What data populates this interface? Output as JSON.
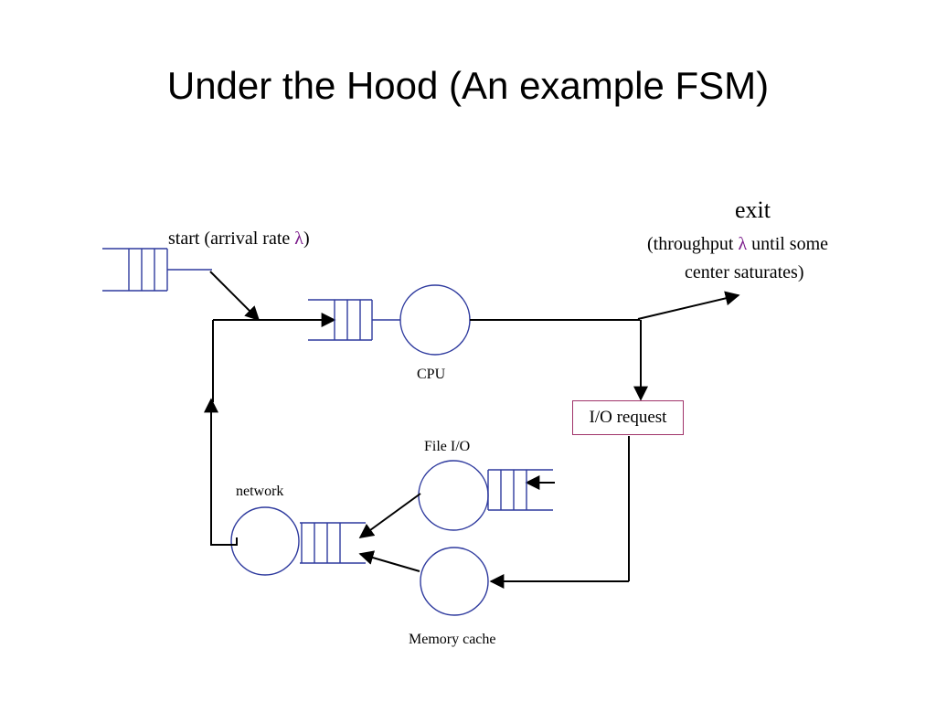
{
  "slide": {
    "title": "Under the Hood (An example FSM)"
  },
  "diagram": {
    "start_label_prefix": "start (arrival rate ",
    "lambda": "λ",
    "start_label_suffix": ")",
    "exit_label": "exit",
    "exit_note_prefix": "(throughput ",
    "exit_note_suffix": " until some",
    "exit_note_line2": "center saturates)",
    "cpu_label": "CPU",
    "io_request_label": "I/O request",
    "file_io_label": "File I/O",
    "network_label": "network",
    "memory_cache_label": "Memory cache",
    "colors": {
      "queue_and_server_stroke": "#2e3a9e",
      "io_box_border": "#a0336a",
      "lambda": "#7a1a8a",
      "arrows": "#000000"
    }
  }
}
